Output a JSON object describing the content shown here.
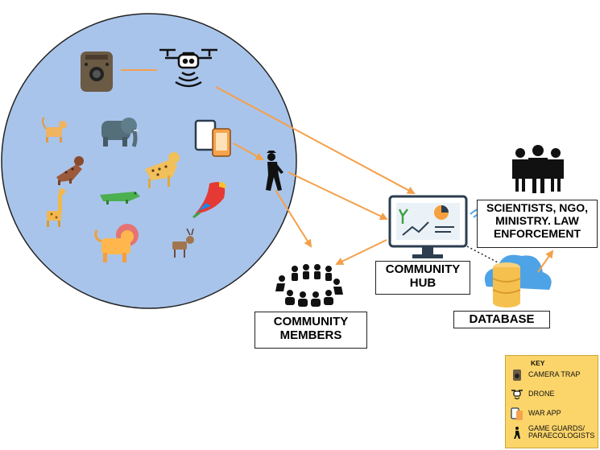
{
  "boxes": {
    "community_members": [
      "COMMUNITY",
      "MEMBERS"
    ],
    "community_hub": [
      "COMMUNITY",
      "HUB"
    ],
    "database": "DATABASE",
    "scientists": [
      "SCIENTISTS, NGO,",
      "MINISTRY. LAW",
      "ENFORCEMENT"
    ]
  },
  "legend": {
    "title": "KEY",
    "items": [
      {
        "icon": "camera-trap-icon",
        "label": "CAMERA TRAP"
      },
      {
        "icon": "drone-icon",
        "label": "DRONE"
      },
      {
        "icon": "war-app-icon",
        "label": "WAR APP"
      },
      {
        "icon": "game-guard-icon",
        "label": "GAME GUARDS/ PARAECOLOGISTS"
      }
    ]
  },
  "colors": {
    "habitat_circle": "#a9c4ea",
    "arrow": "#f4a04a",
    "legend_bg": "#fbd56a",
    "cloud": "#4ea3e6",
    "db": "#f6c04e"
  }
}
